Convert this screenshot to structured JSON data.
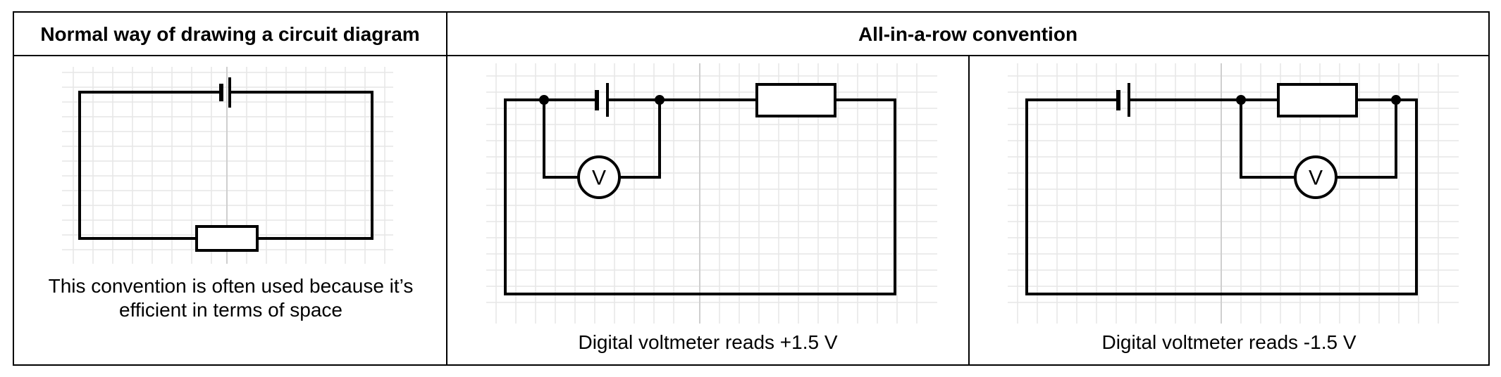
{
  "headers": {
    "normal": "Normal way of drawing a circuit diagram",
    "all_in_row": "All-in-a-row convention"
  },
  "captions": {
    "normal": "This convention is often used because it’s efficient in terms of space",
    "left_row": "Digital voltmeter reads +1.5 V",
    "right_row": "Digital voltmeter reads -1.5 V"
  },
  "voltmeter_symbol": "V",
  "colors": {
    "wire": "#000000",
    "grid_minor": "#e6e6e6",
    "grid_major": "#cfcfcf",
    "border": "#000000"
  }
}
